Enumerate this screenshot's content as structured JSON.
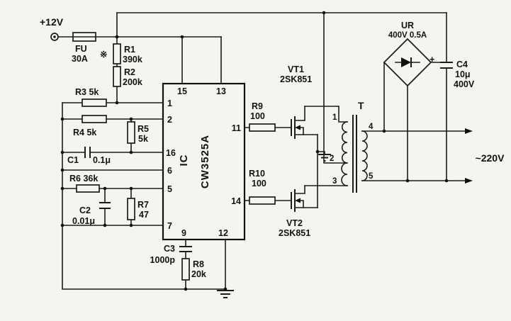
{
  "supply": {
    "label": "+12V"
  },
  "fuse": {
    "ref": "FU",
    "value": "30A",
    "mark": "※"
  },
  "components": {
    "r1": {
      "ref": "R1",
      "value": "390k"
    },
    "r2": {
      "ref": "R2",
      "value": "200k"
    },
    "r3": {
      "label": "R3 5k"
    },
    "r4": {
      "label": "R4 5k"
    },
    "r5": {
      "ref": "R5",
      "value": "5k"
    },
    "r6": {
      "label": "R6 36k"
    },
    "r7": {
      "ref": "R7",
      "value": "47"
    },
    "r8": {
      "ref": "R8",
      "value": "20k"
    },
    "r9": {
      "ref": "R9",
      "value": "100"
    },
    "r10": {
      "ref": "R10",
      "value": "100"
    },
    "c1": {
      "ref": "C1",
      "value": "0.1μ"
    },
    "c2": {
      "ref": "C2",
      "value": "0.01μ"
    },
    "c3": {
      "ref": "C3",
      "value": "1000p"
    },
    "c4": {
      "ref": "C4",
      "value": "10μ",
      "voltage": "400V",
      "plus": "+"
    }
  },
  "ic": {
    "label": "IC",
    "part": "CW3525A",
    "pin1": "1",
    "pin2": "2",
    "pin5": "5",
    "pin6": "6",
    "pin7": "7",
    "pin9": "9",
    "pin11": "11",
    "pin12": "12",
    "pin13": "13",
    "pin14": "14",
    "pin15": "15",
    "pin16": "16"
  },
  "transistors": {
    "vt1": {
      "ref": "VT1",
      "part": "2SK851"
    },
    "vt2": {
      "ref": "VT2",
      "part": "2SK851"
    }
  },
  "transformer": {
    "ref": "T",
    "tap1": "1",
    "tap2": "2",
    "tap3": "3",
    "tap4": "4",
    "tap5": "5"
  },
  "rectifier": {
    "ref": "UR",
    "rating": "400V 0.5A"
  },
  "output": {
    "label": "~220V"
  }
}
